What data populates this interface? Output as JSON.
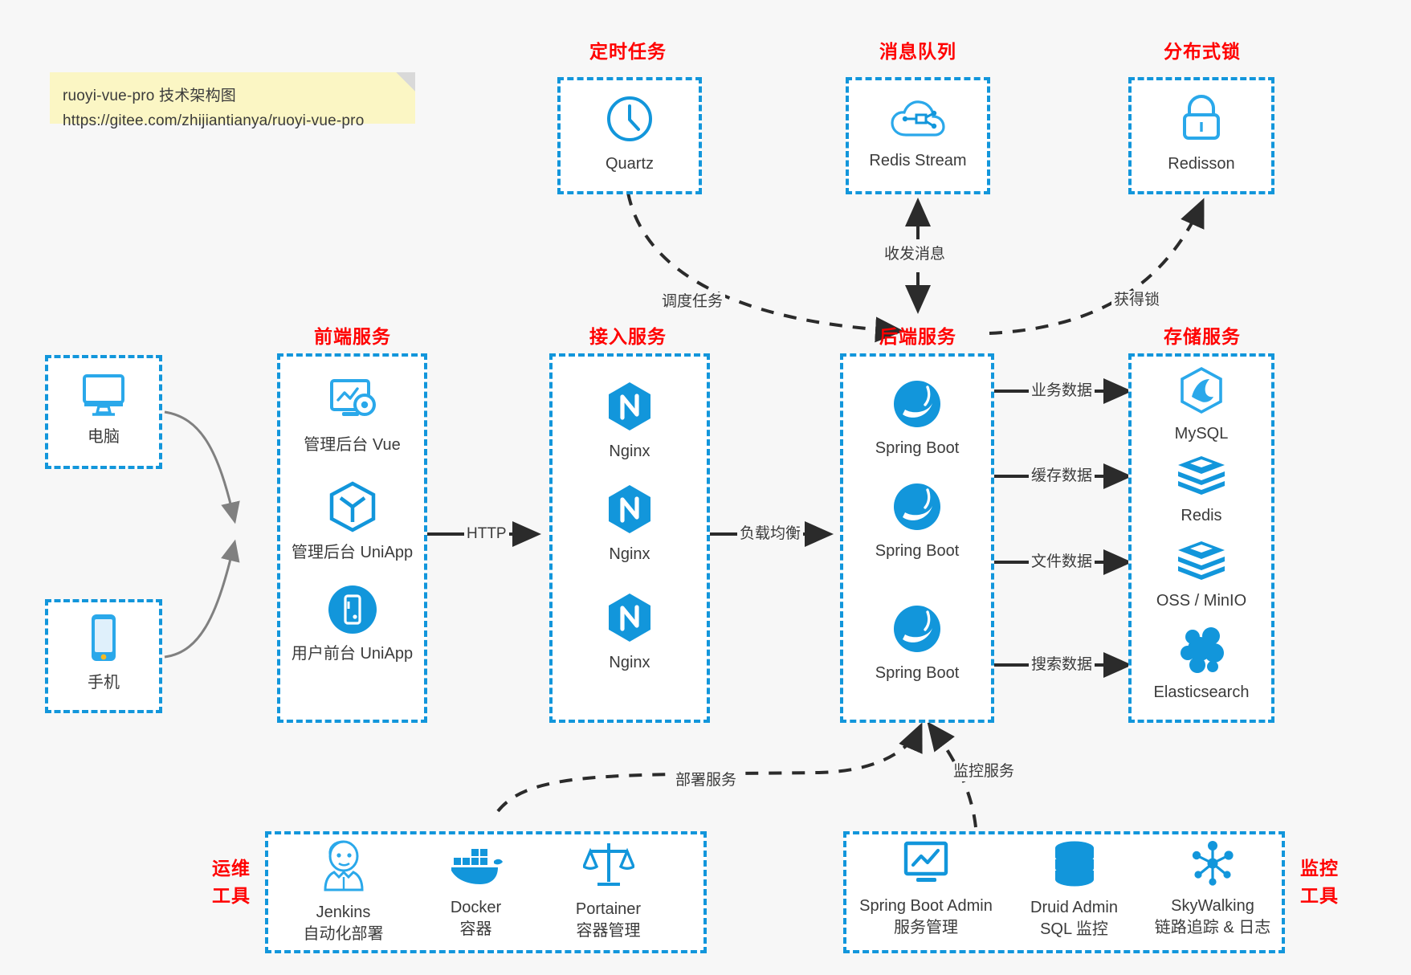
{
  "note": {
    "line1": "ruoyi-vue-pro 技术架构图",
    "line2": "https://gitee.com/zhijiantianya/ruoyi-vue-pro"
  },
  "colors": {
    "accent_blue": "#1296db",
    "title_red": "#ff0000",
    "background": "#f7f7f7",
    "box_fill": "#ffffff",
    "note_yellow": "#fbf6c4",
    "edge_dark": "#2b2b2b"
  },
  "groups": {
    "scheduled_task": {
      "title": "定时任务"
    },
    "message_queue": {
      "title": "消息队列"
    },
    "distributed_lock": {
      "title": "分布式锁"
    },
    "frontend": {
      "title": "前端服务"
    },
    "gateway": {
      "title": "接入服务"
    },
    "backend": {
      "title": "后端服务"
    },
    "storage": {
      "title": "存储服务"
    },
    "devops": {
      "title_line1": "运维",
      "title_line2": "工具"
    },
    "monitor": {
      "title_line1": "监控",
      "title_line2": "工具"
    }
  },
  "clients": [
    {
      "label": "电脑",
      "icon": "desktop-icon"
    },
    {
      "label": "手机",
      "icon": "phone-icon"
    }
  ],
  "scheduled_task_nodes": [
    {
      "label": "Quartz",
      "icon": "clock-icon"
    }
  ],
  "message_queue_nodes": [
    {
      "label": "Redis Stream",
      "icon": "cloud-stream-icon"
    }
  ],
  "distributed_lock_nodes": [
    {
      "label": "Redisson",
      "icon": "lock-icon"
    }
  ],
  "frontend_nodes": [
    {
      "label": "管理后台 Vue",
      "icon": "dashboard-gear-icon"
    },
    {
      "label": "管理后台 UniApp",
      "icon": "uniapp-cube-icon"
    },
    {
      "label": "用户前台 UniApp",
      "icon": "mobile-circle-icon"
    }
  ],
  "gateway_nodes": [
    {
      "label": "Nginx",
      "icon": "nginx-icon"
    },
    {
      "label": "Nginx",
      "icon": "nginx-icon"
    },
    {
      "label": "Nginx",
      "icon": "nginx-icon"
    }
  ],
  "backend_nodes": [
    {
      "label": "Spring Boot",
      "icon": "spring-boot-icon"
    },
    {
      "label": "Spring Boot",
      "icon": "spring-boot-icon"
    },
    {
      "label": "Spring Boot",
      "icon": "spring-boot-icon"
    }
  ],
  "storage_nodes": [
    {
      "label": "MySQL",
      "icon": "mysql-icon"
    },
    {
      "label": "Redis",
      "icon": "redis-icon"
    },
    {
      "label": "OSS / MinIO",
      "icon": "oss-minio-icon"
    },
    {
      "label": "Elasticsearch",
      "icon": "elasticsearch-icon"
    }
  ],
  "devops_nodes": [
    {
      "label": "Jenkins",
      "sub": "自动化部署",
      "icon": "jenkins-icon"
    },
    {
      "label": "Docker",
      "sub": "容器",
      "icon": "docker-icon"
    },
    {
      "label": "Portainer",
      "sub": "容器管理",
      "icon": "portainer-icon"
    }
  ],
  "monitor_nodes": [
    {
      "label": "Spring Boot Admin",
      "sub": "服务管理",
      "icon": "monitor-chart-icon"
    },
    {
      "label": "Druid Admin",
      "sub": "SQL 监控",
      "icon": "database-icon"
    },
    {
      "label": "SkyWalking",
      "sub": "链路追踪 & 日志",
      "icon": "skywalking-icon"
    }
  ],
  "edges": [
    {
      "label": "HTTP"
    },
    {
      "label": "负载均衡"
    },
    {
      "label": "调度任务"
    },
    {
      "label": "收发消息"
    },
    {
      "label": "获得锁"
    },
    {
      "label": "业务数据"
    },
    {
      "label": "缓存数据"
    },
    {
      "label": "文件数据"
    },
    {
      "label": "搜索数据"
    },
    {
      "label": "部署服务"
    },
    {
      "label": "监控服务"
    }
  ]
}
